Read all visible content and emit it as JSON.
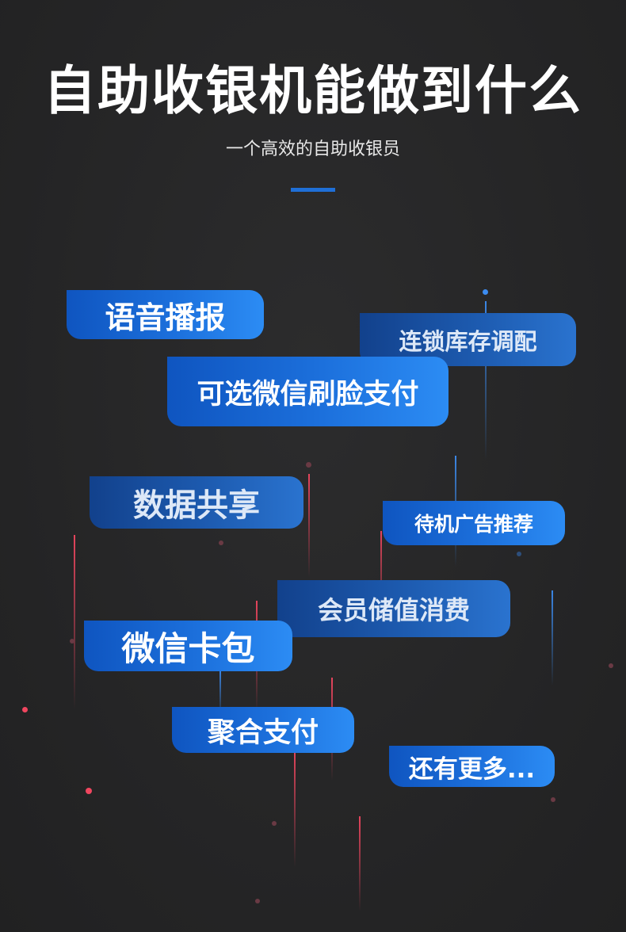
{
  "header": {
    "title": "自助收银机能做到什么",
    "subtitle": "一个高效的自助收银员"
  },
  "features": [
    "语音播报",
    "连锁库存调配",
    "可选微信刷脸支付",
    "数据共享",
    "待机广告推荐",
    "会员储值消费",
    "微信卡包",
    "聚合支付",
    "还有更多..."
  ],
  "colors": {
    "background": "#262627",
    "title": "#ffffff",
    "accent": "#1f6fd6",
    "tag_start": "#0f55c0",
    "tag_end": "#2c8cf4",
    "line_red": "#f0465f",
    "line_blue": "#3c8cf0"
  }
}
